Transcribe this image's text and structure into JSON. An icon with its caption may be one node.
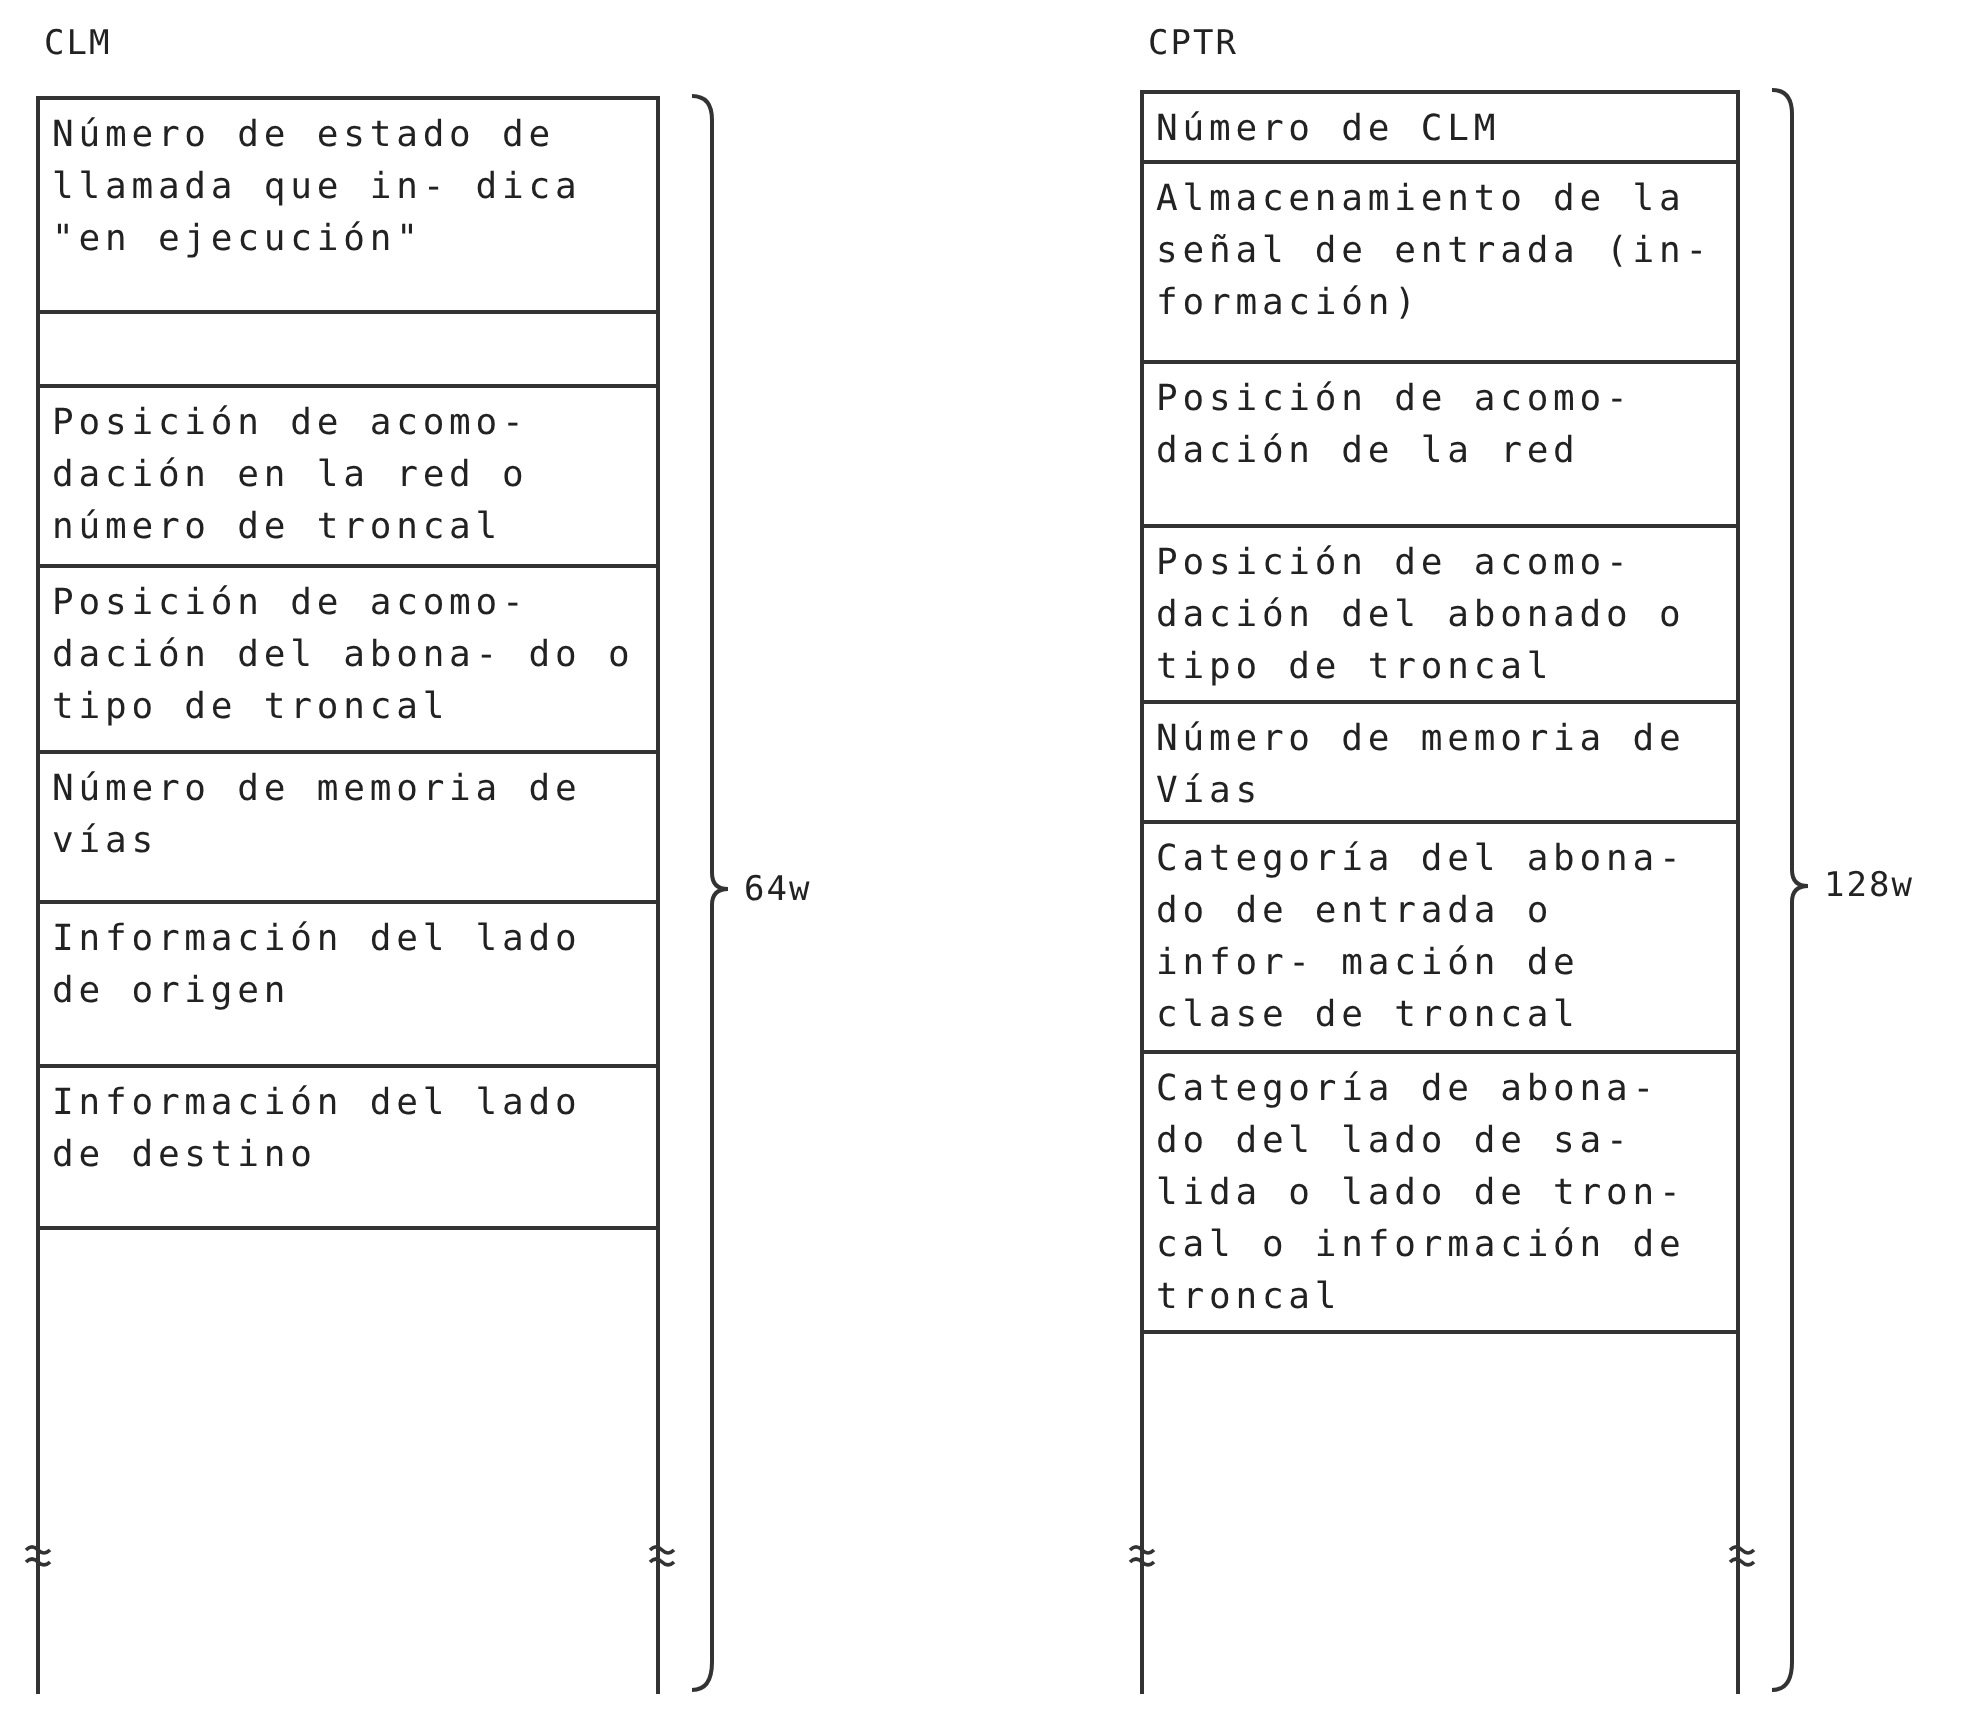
{
  "diagram": {
    "nodes": [
      {
        "text": [
          "CLM"
        ],
        "beside": [
          "64w"
        ]
      },
      {
        "text": [
          "Número de estado de llamada que in- dica \"en ejecución\""
        ],
        "in": 0
      },
      {
        "text": [],
        "shape": "box",
        "in": 0
      },
      {
        "text": [
          "Posición de acomo- dación en la red o número de troncal"
        ],
        "in": 0
      },
      {
        "text": [
          "Posición de acomo- dación del abona- do o tipo de troncal"
        ],
        "in": 0
      },
      {
        "text": [
          "Número de memoria de vías"
        ],
        "in": 0
      },
      {
        "text": [
          "Información del lado de origen"
        ],
        "in": 0
      },
      {
        "text": [
          "Información del lado de destino"
        ],
        "in": 0
      },
      {
        "text": [],
        "shape": "box",
        "in": 0
      },
      {
        "text": [
          "CPTR"
        ],
        "beside": [
          "128w"
        ]
      },
      {
        "text": [
          "Número de CLM"
        ],
        "in": 9
      },
      {
        "text": [
          "Almacenamiento de la señal de entrada (in- formación)"
        ],
        "in": 9
      },
      {
        "text": [
          "Posición de acomo- dación de la red"
        ],
        "in": 9
      },
      {
        "text": [
          "Posición de acomo- dación del abonado o tipo de troncal"
        ],
        "in": 9
      },
      {
        "text": [
          "Número de memoria de Vías"
        ],
        "in": 9
      },
      {
        "text": [
          "Categoría del abona- do de entrada o infor- mación de clase de troncal"
        ],
        "in": 9
      },
      {
        "text": [
          "Categoría de abona- do del lado de sa- lida o lado de tron- cal o información de troncal"
        ],
        "in": 9
      },
      {
        "text": [],
        "shape": "box",
        "in": 9
      }
    ],
    "edges": []
  }
}
